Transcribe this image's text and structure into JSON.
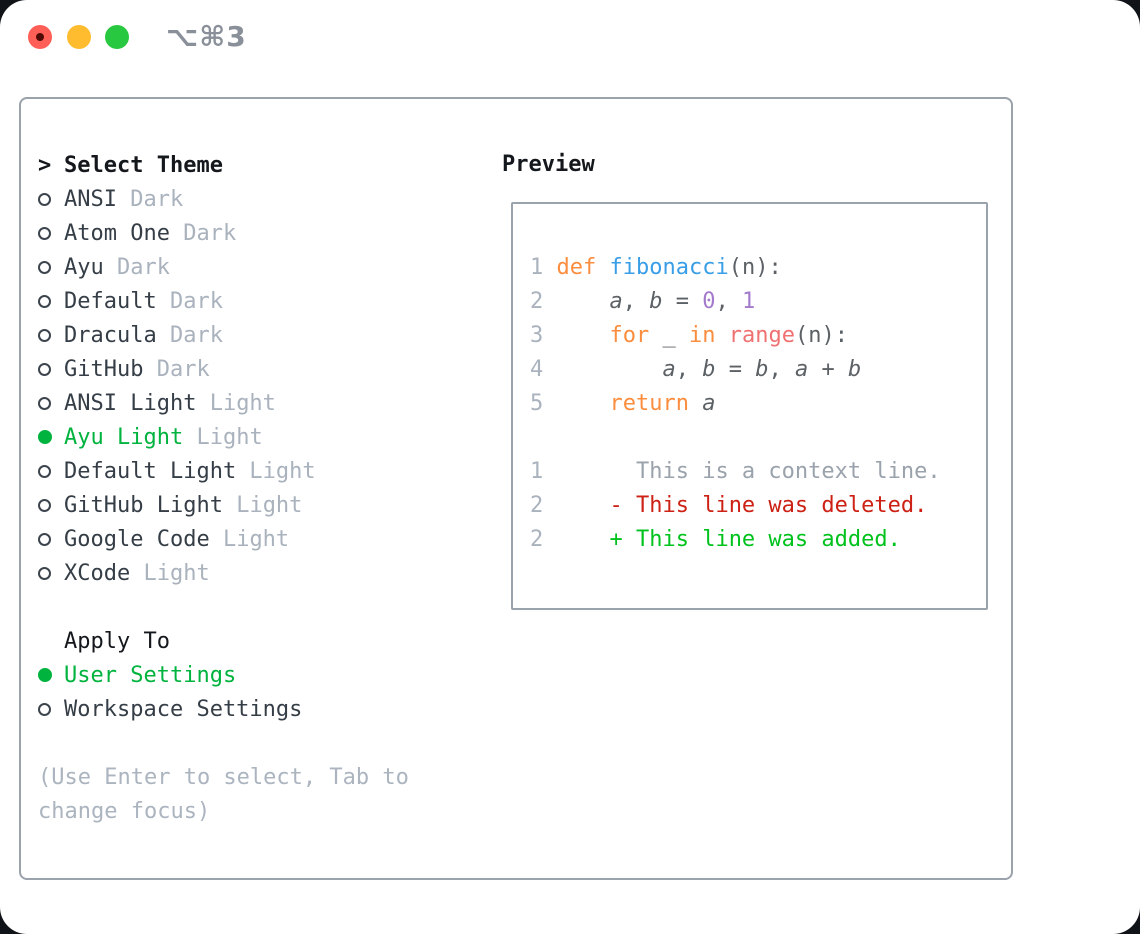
{
  "window": {
    "shortcut_label": "⌥⌘3"
  },
  "colors": {
    "accent_green": "#00b33e",
    "added_green": "#00c21d",
    "deleted_red": "#cc2114",
    "panel_border": "#9aa2ab",
    "traffic_red": "#ff5f57",
    "traffic_yellow": "#febc2e",
    "traffic_green": "#28c840"
  },
  "theme_picker": {
    "prompt": ">",
    "title": "Select Theme",
    "themes": [
      {
        "name": "ANSI",
        "variant": "Dark",
        "selected": false
      },
      {
        "name": "Atom One",
        "variant": "Dark",
        "selected": false
      },
      {
        "name": "Ayu",
        "variant": "Dark",
        "selected": false
      },
      {
        "name": "Default",
        "variant": "Dark",
        "selected": false
      },
      {
        "name": "Dracula",
        "variant": "Dark",
        "selected": false
      },
      {
        "name": "GitHub",
        "variant": "Dark",
        "selected": false
      },
      {
        "name": "ANSI Light",
        "variant": "Light",
        "selected": false
      },
      {
        "name": "Ayu Light",
        "variant": "Light",
        "selected": true
      },
      {
        "name": "Default Light",
        "variant": "Light",
        "selected": false
      },
      {
        "name": "GitHub Light",
        "variant": "Light",
        "selected": false
      },
      {
        "name": "Google Code",
        "variant": "Light",
        "selected": false
      },
      {
        "name": "XCode",
        "variant": "Light",
        "selected": false
      }
    ]
  },
  "apply_to": {
    "title": "Apply To",
    "options": [
      {
        "label": "User Settings",
        "selected": true
      },
      {
        "label": "Workspace Settings",
        "selected": false
      }
    ]
  },
  "hint": {
    "line1": "(Use Enter to select, Tab to",
    "line2": "change focus)"
  },
  "preview": {
    "title": "Preview",
    "token_colors": {
      "num": "#a9b2bd",
      "kw": "#fa8d3e",
      "fn": "#399ee6",
      "fg": "#5c6166",
      "var": "#5c6166",
      "const": "#a37acc",
      "call": "#f07171",
      "ctx": "#9aa2ac",
      "del": "#cc2114",
      "add": "#00c21d"
    },
    "code_lines": [
      {
        "tokens": [
          [
            "num",
            "1 "
          ],
          [
            "kw",
            "def"
          ],
          [
            "fg",
            " "
          ],
          [
            "fn",
            "fibonacci"
          ],
          [
            "fg",
            "(n):"
          ]
        ]
      },
      {
        "tokens": [
          [
            "num",
            "2 "
          ],
          [
            "fg",
            "    "
          ],
          [
            "var",
            "a"
          ],
          [
            "fg",
            ", "
          ],
          [
            "var",
            "b"
          ],
          [
            "fg",
            " = "
          ],
          [
            "const",
            "0"
          ],
          [
            "fg",
            ", "
          ],
          [
            "const",
            "1"
          ]
        ]
      },
      {
        "tokens": [
          [
            "num",
            "3 "
          ],
          [
            "fg",
            "    "
          ],
          [
            "kw",
            "for"
          ],
          [
            "fg",
            " _ "
          ],
          [
            "kw",
            "in"
          ],
          [
            "fg",
            " "
          ],
          [
            "call",
            "range"
          ],
          [
            "fg",
            "(n):"
          ]
        ]
      },
      {
        "tokens": [
          [
            "num",
            "4 "
          ],
          [
            "fg",
            "        "
          ],
          [
            "var",
            "a"
          ],
          [
            "fg",
            ", "
          ],
          [
            "var",
            "b"
          ],
          [
            "fg",
            " = "
          ],
          [
            "var",
            "b"
          ],
          [
            "fg",
            ", "
          ],
          [
            "var",
            "a"
          ],
          [
            "fg",
            " + "
          ],
          [
            "var",
            "b"
          ]
        ]
      },
      {
        "tokens": [
          [
            "num",
            "5 "
          ],
          [
            "fg",
            "    "
          ],
          [
            "kw",
            "return"
          ],
          [
            "fg",
            " "
          ],
          [
            "var",
            "a"
          ]
        ]
      },
      {
        "tokens": []
      },
      {
        "tokens": [
          [
            "num",
            "1 "
          ],
          [
            "ctx",
            "      This is a context line."
          ]
        ]
      },
      {
        "tokens": [
          [
            "num",
            "2 "
          ],
          [
            "fg",
            "    "
          ],
          [
            "del",
            "- This line was deleted."
          ]
        ]
      },
      {
        "tokens": [
          [
            "num",
            "2 "
          ],
          [
            "fg",
            "    "
          ],
          [
            "add",
            "+ This line was added."
          ]
        ]
      }
    ]
  }
}
